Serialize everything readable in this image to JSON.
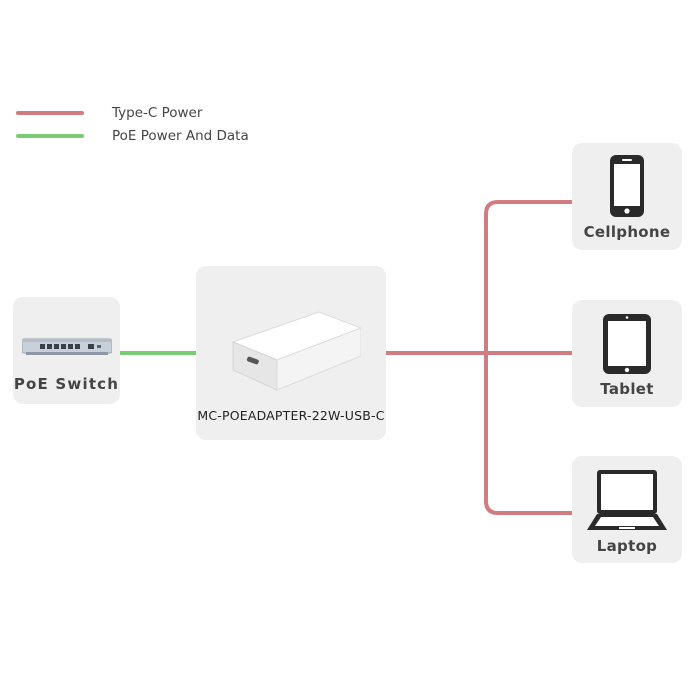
{
  "colors": {
    "type_c_power": "#d07c80",
    "poe_power_data": "#7acc74",
    "card_bg": "#efefef"
  },
  "legend": [
    {
      "label": "Type-C Power",
      "color": "#d07c80"
    },
    {
      "label": "PoE Power And Data",
      "color": "#7acc74"
    }
  ],
  "nodes": {
    "poe_switch": {
      "label": "PoE Switch",
      "icon": "network-switch-icon"
    },
    "adapter": {
      "label": "MC-POEADAPTER-22W-USB-C",
      "icon": "poe-adapter-icon"
    },
    "cellphone": {
      "label": "Cellphone",
      "icon": "cellphone-icon"
    },
    "tablet": {
      "label": "Tablet",
      "icon": "tablet-icon"
    },
    "laptop": {
      "label": "Laptop",
      "icon": "laptop-icon"
    }
  },
  "connections": [
    {
      "from": "PoE Switch",
      "to": "MC-POEADAPTER-22W-USB-C",
      "type": "PoE Power And Data"
    },
    {
      "from": "MC-POEADAPTER-22W-USB-C",
      "to": "Cellphone",
      "type": "Type-C Power"
    },
    {
      "from": "MC-POEADAPTER-22W-USB-C",
      "to": "Tablet",
      "type": "Type-C Power"
    },
    {
      "from": "MC-POEADAPTER-22W-USB-C",
      "to": "Laptop",
      "type": "Type-C Power"
    }
  ]
}
